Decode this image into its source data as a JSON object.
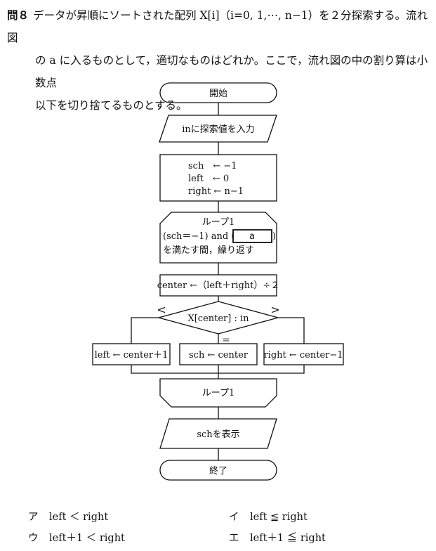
{
  "question": {
    "number": "問８",
    "line1": "データが昇順にソートされた配列 X[i]（i=0, 1,⋯, n−1）を２分探索する。流れ図",
    "line2": "の a に入るものとして，適切なものはどれか。ここで，流れ図の中の割り算は小数点",
    "line3": "以下を切り捨てるものとする。"
  },
  "flowchart": {
    "start": "開始",
    "input": "inに探索値を入力",
    "init": [
      "sch　← −1",
      "left　← 0",
      "right ← n−1"
    ],
    "loop_name": "ループ1",
    "loop_cond_prefix": "(sch＝−1) and (",
    "loop_cond_blank": "a",
    "loop_cond_suffix": ")",
    "loop_cond_line3": "を満たす間，繰り返す",
    "center_calc": "center ←（left＋right）÷２",
    "compare": "X[center] : in",
    "less_sym": "<",
    "greater_sym": ">",
    "equal_sym": "＝",
    "branch_left": "left ← center＋1",
    "branch_mid": "sch ← center",
    "branch_right": "right ← center−1",
    "loop_end": "ループ1",
    "output": "schを表示",
    "end": "終了"
  },
  "choices": [
    {
      "letter": "ア",
      "text": "left ＜ right"
    },
    {
      "letter": "イ",
      "text": "left ≦ right"
    },
    {
      "letter": "ウ",
      "text": "left＋1 ＜ right"
    },
    {
      "letter": "エ",
      "text": "left＋1 ≦ right"
    }
  ]
}
